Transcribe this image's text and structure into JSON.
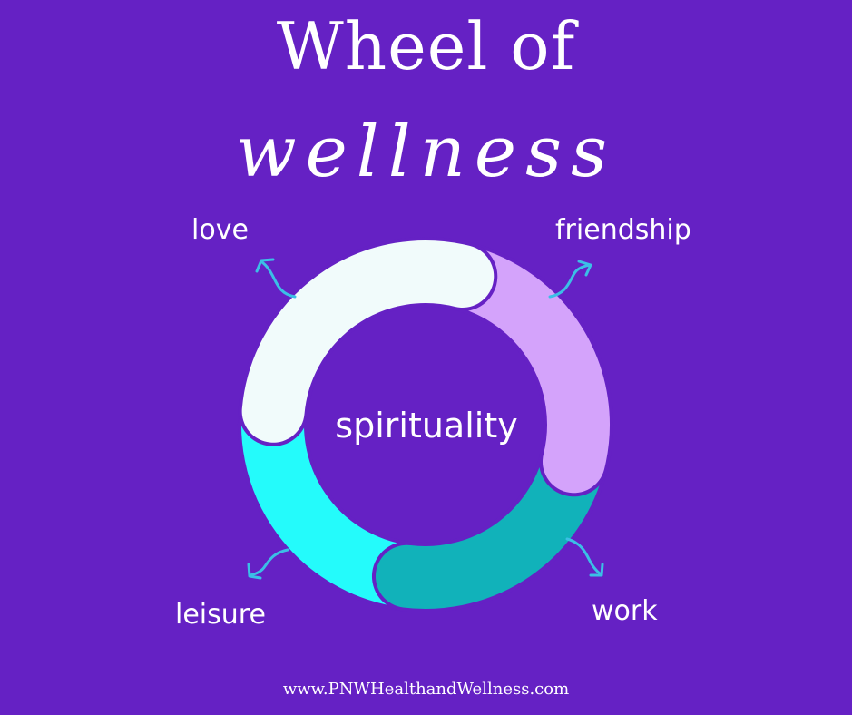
{
  "title": {
    "line1": "Wheel of",
    "line2": "wellness"
  },
  "center": "spirituality",
  "segments": [
    {
      "label": "love",
      "color": "#f1fbfb",
      "position": "top-left"
    },
    {
      "label": "friendship",
      "color": "#d4a3fb",
      "position": "top-right"
    },
    {
      "label": "work",
      "color": "#11b2ba",
      "position": "bottom-right"
    },
    {
      "label": "leisure",
      "color": "#24fbfb",
      "position": "bottom-left"
    }
  ],
  "arrow_color": "#3bbfe6",
  "footer": "www.PNWHealthandWellness.com"
}
